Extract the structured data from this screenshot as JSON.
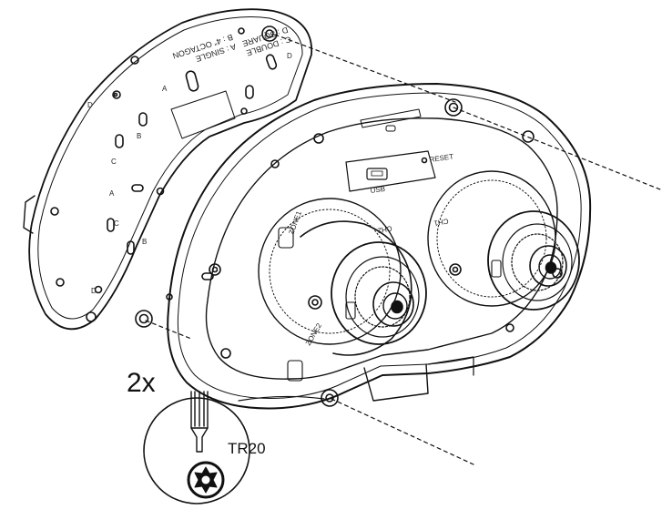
{
  "callout": {
    "quantity": "2x",
    "bit_label": "TR20"
  },
  "mount_plate": {
    "hole_pattern_legend": [
      "A : SINGLE",
      "B : 4\" OCTAGON",
      "C : DOUBLE",
      "D : SQUARE"
    ],
    "hole_letters": [
      "A",
      "B",
      "C",
      "D"
    ]
  },
  "camera": {
    "lens_labels": [
      "CH2",
      "CH1"
    ],
    "zone_labels": [
      "ZONE1",
      "ZONE2"
    ],
    "port_labels": [
      "USB",
      "RESET"
    ]
  }
}
